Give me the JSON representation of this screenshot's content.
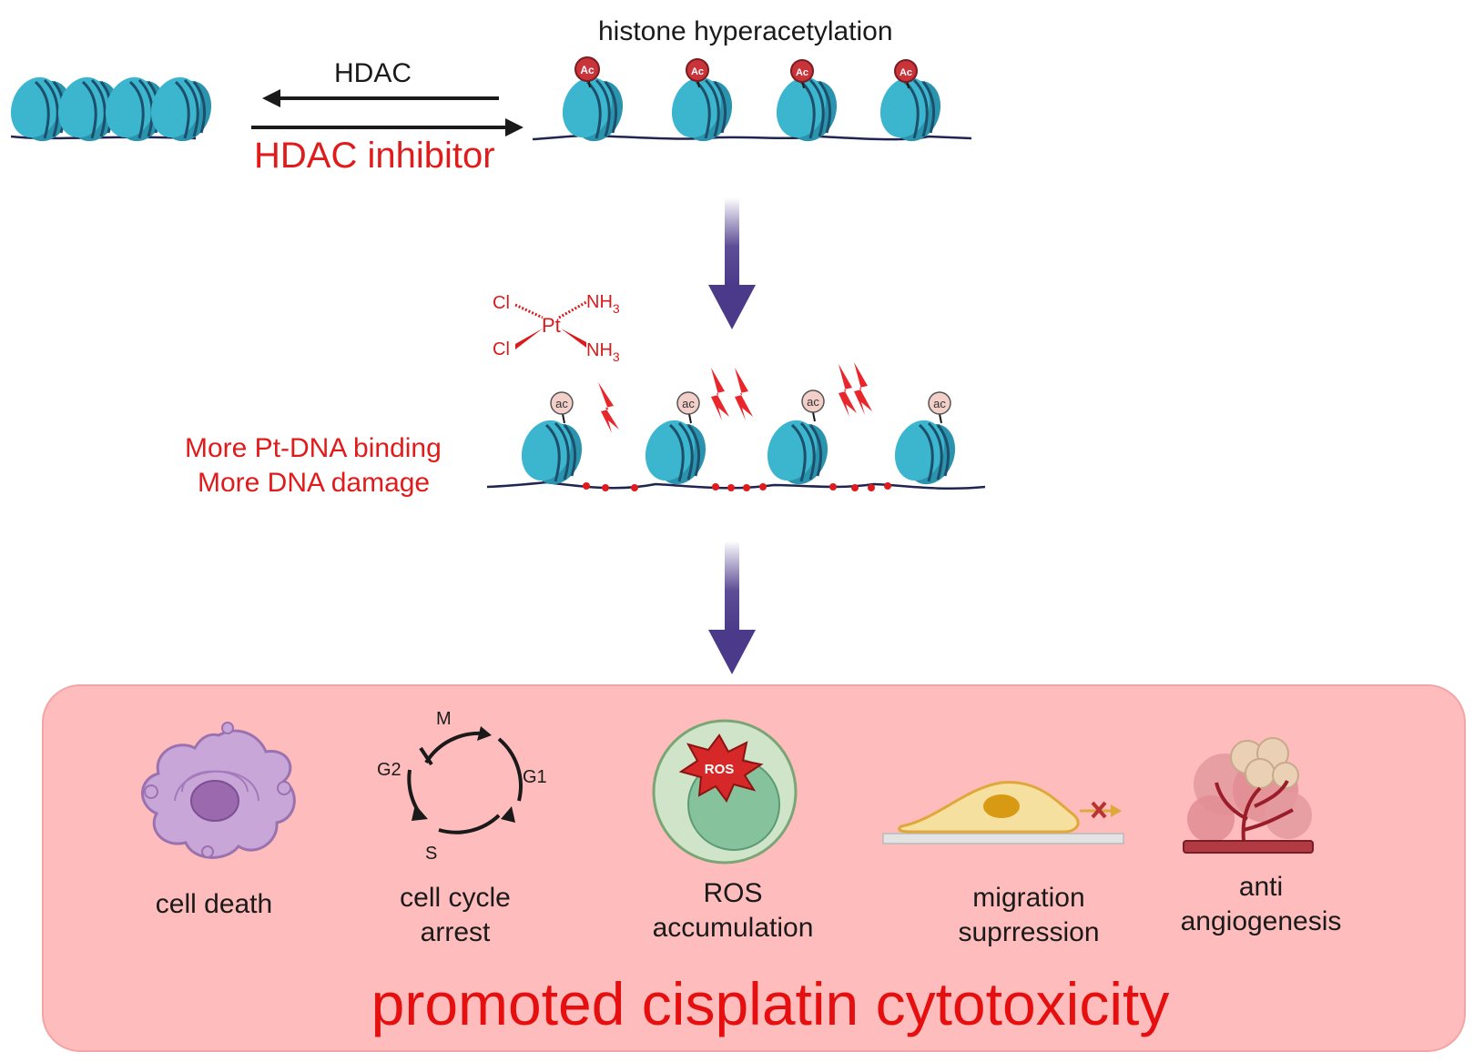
{
  "top": {
    "hyperacetylation_label": "histone hyperacetylation",
    "hdac_label": "HDAC",
    "inhibitor_label": "HDAC inhibitor",
    "ac_mark": "Ac"
  },
  "cisplatin": {
    "cl_top": "Cl",
    "cl_bottom": "Cl",
    "pt": "Pt",
    "nh3_top": "NH",
    "nh3_bottom": "NH",
    "nh3_subscript": "3"
  },
  "middle": {
    "binding_line": "More Pt-DNA binding",
    "damage_line": "More DNA damage",
    "ac_mark": "ac"
  },
  "effects": {
    "items": [
      {
        "label": "cell death"
      },
      {
        "label": "cell cycle arrest"
      },
      {
        "label": "ROS accumulation"
      },
      {
        "label": "migration suprression"
      },
      {
        "label": "anti angiogenesis"
      }
    ],
    "cycle_phases": {
      "m": "M",
      "g1": "G1",
      "g2": "G2",
      "s": "S"
    },
    "ros_badge": "ROS",
    "title": "promoted cisplatin cytotoxicity"
  },
  "colors": {
    "nucleosome": "#3cb6cf",
    "nucleosome_dark": "#1d6f86",
    "dna_line": "#1f2450",
    "acetyl_red": "#c9333a",
    "acetyl_light": "#f3cfc9",
    "flow_arrow": "#4b3a8a",
    "accent_red": "#e01b1b",
    "panel_fill": "#ffbcbc"
  }
}
